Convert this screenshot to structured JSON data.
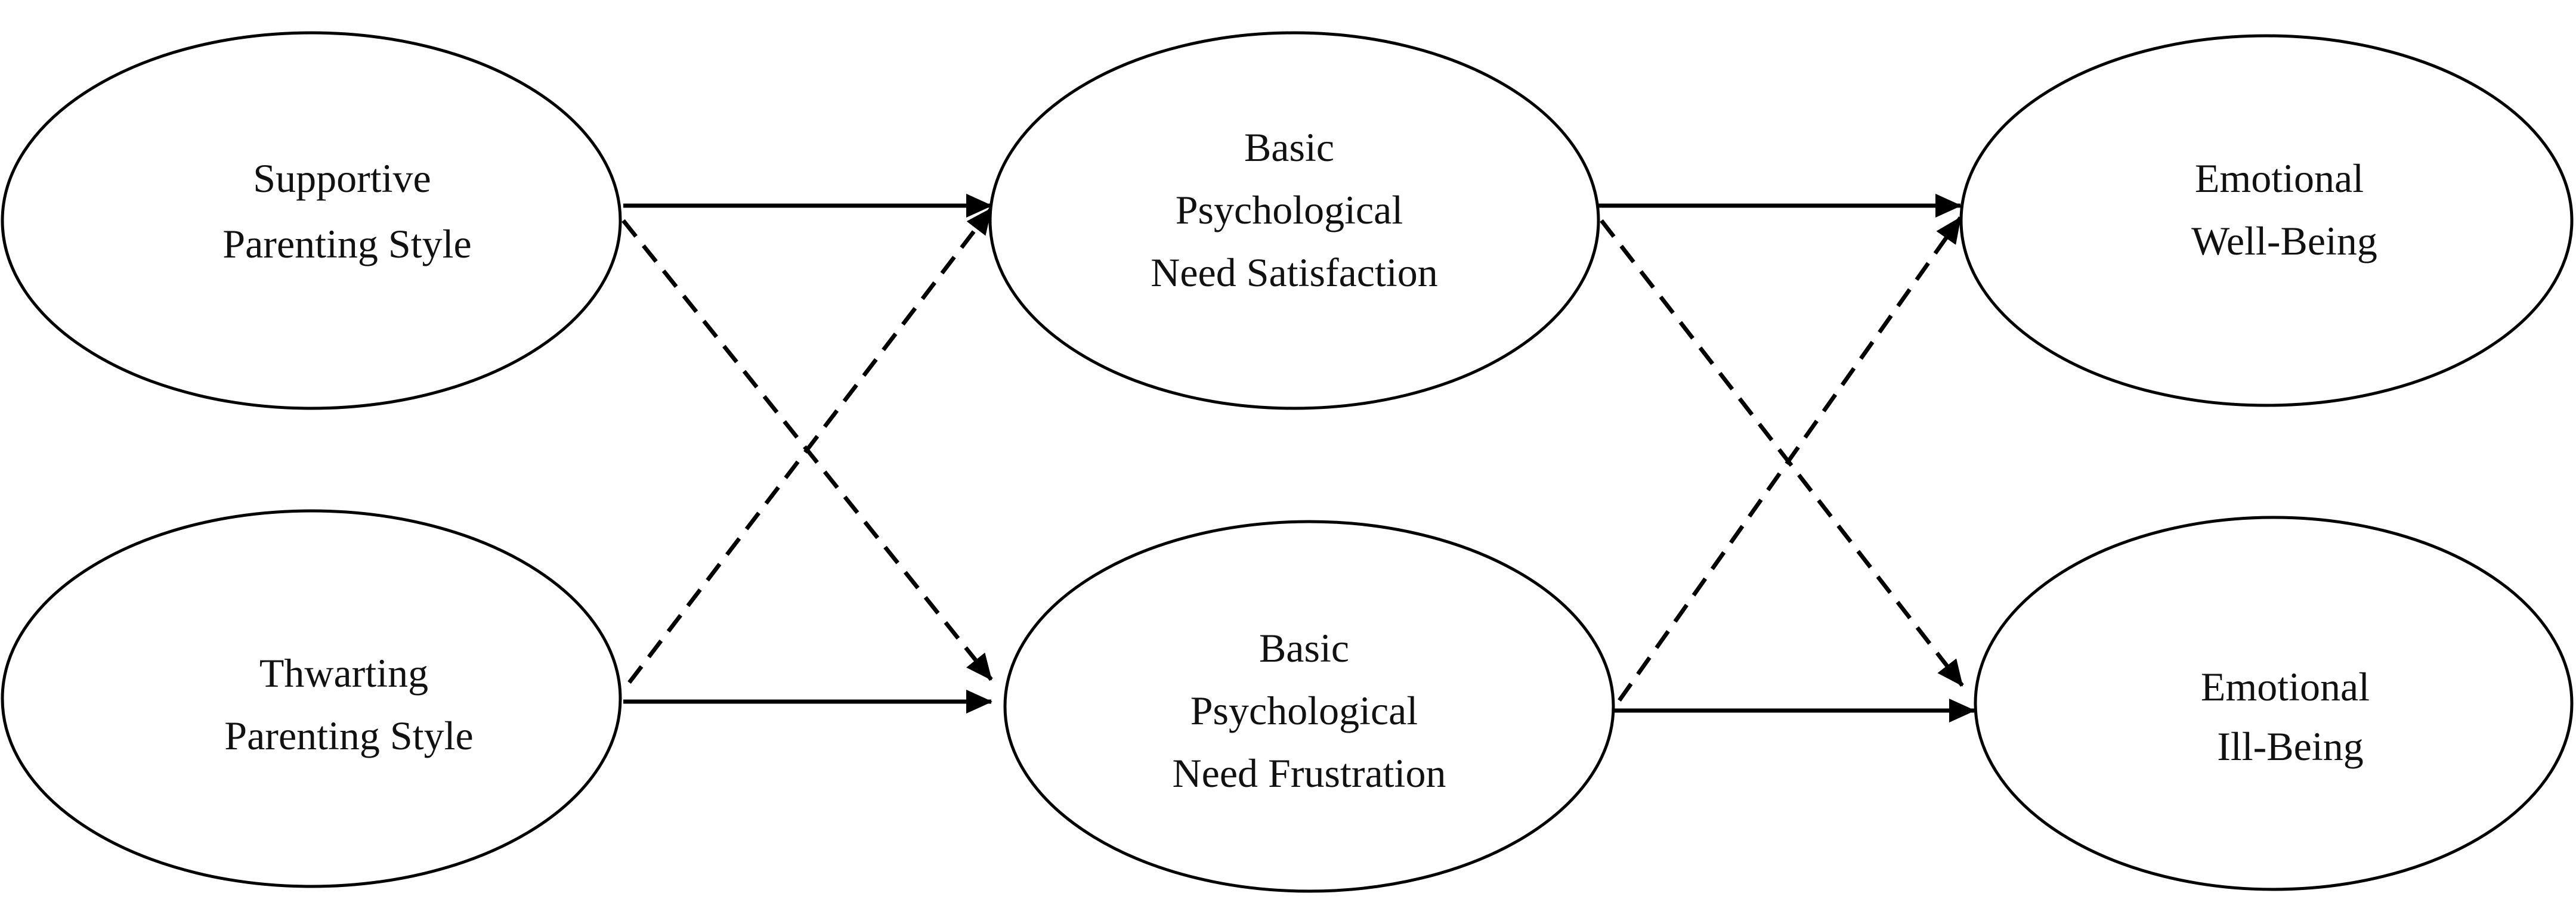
{
  "diagram": {
    "nodes": {
      "supportive": {
        "lines": [
          "Supportive",
          "Parenting Style"
        ]
      },
      "thwarting": {
        "lines": [
          "Thwarting",
          "Parenting Style"
        ]
      },
      "satisfaction": {
        "lines": [
          "Basic",
          "Psychological",
          "Need Satisfaction"
        ]
      },
      "frustration": {
        "lines": [
          "Basic",
          "Psychological",
          "Need Frustration"
        ]
      },
      "wellbeing": {
        "lines": [
          "Emotional",
          "Well-Being"
        ]
      },
      "illbeing": {
        "lines": [
          "Emotional",
          "Ill-Being"
        ]
      }
    },
    "edges": [
      {
        "from": "supportive",
        "to": "satisfaction",
        "style": "solid"
      },
      {
        "from": "supportive",
        "to": "frustration",
        "style": "dashed"
      },
      {
        "from": "thwarting",
        "to": "satisfaction",
        "style": "dashed"
      },
      {
        "from": "thwarting",
        "to": "frustration",
        "style": "solid"
      },
      {
        "from": "satisfaction",
        "to": "wellbeing",
        "style": "solid"
      },
      {
        "from": "satisfaction",
        "to": "illbeing",
        "style": "dashed"
      },
      {
        "from": "frustration",
        "to": "wellbeing",
        "style": "dashed"
      },
      {
        "from": "frustration",
        "to": "illbeing",
        "style": "solid"
      }
    ],
    "colors": {
      "stroke": "#000000",
      "fill": "#ffffff",
      "text": "#111111"
    }
  }
}
